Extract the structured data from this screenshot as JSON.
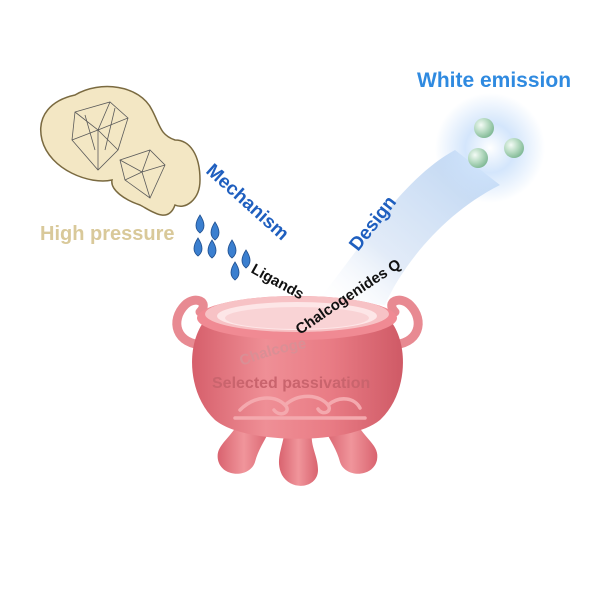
{
  "labels": {
    "white_emission": "White emission",
    "mechanism": "Mechanism",
    "design": "Design",
    "high_pressure": "High pressure",
    "ligands": "Ligands",
    "chalcogenides_qds": "Chalcogenides QDs",
    "chalcoge_ghost": "Chalcoge",
    "selected_passivation": "Selected passivation"
  },
  "colors": {
    "blue_text": "#1f5fbf",
    "light_blue_text": "#2f8ae0",
    "pressure_text": "#d9c99a",
    "pot_body": "#e4747e",
    "pot_light": "#f4a9ae",
    "pot_dark": "#c95562",
    "gourd_fill": "#f3e7c4",
    "gourd_stroke": "#7a6a40",
    "drop": "#3b7fcf"
  },
  "icons": [
    "diamond-icon",
    "water-drop-icon",
    "quantum-dot-icon",
    "wave-cloud-icon"
  ]
}
